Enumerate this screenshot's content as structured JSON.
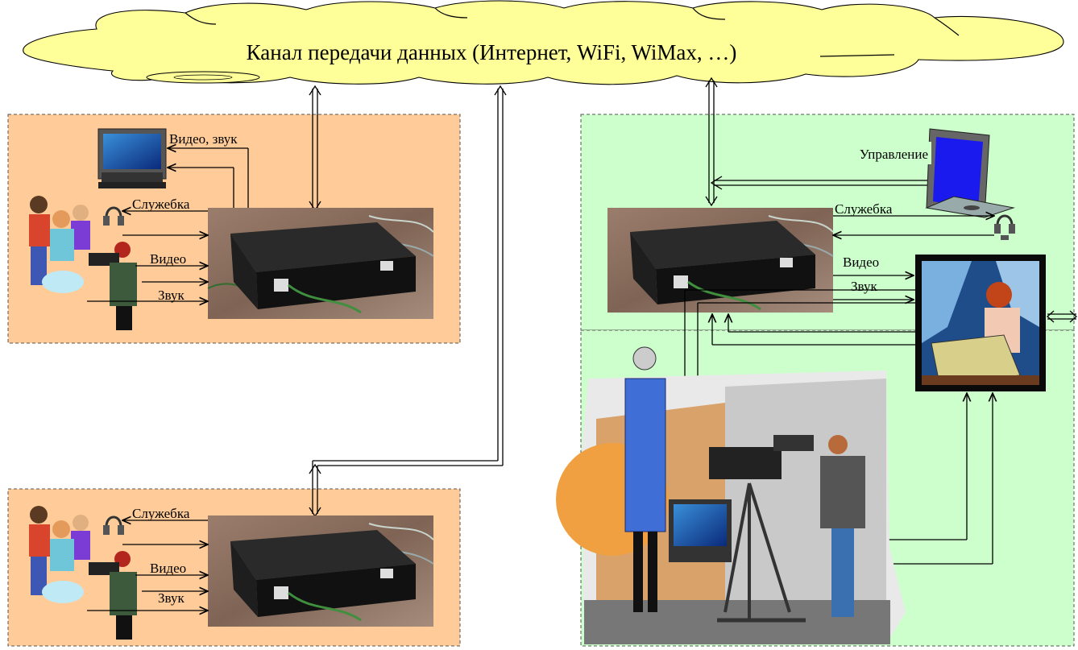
{
  "channel": {
    "title": "Канал передачи данных (Интернет, WiFi, WiMax, …)"
  },
  "remote_site_1": {
    "tv_label": "Видео, звук",
    "intercom_label": "Служебка",
    "video_label": "Видео",
    "audio_label": "Звук"
  },
  "remote_site_2": {
    "intercom_label": "Служебка",
    "video_label": "Видео",
    "audio_label": "Звук"
  },
  "studio": {
    "control_label": "Управление",
    "intercom_label": "Служебка",
    "video_label": "Видео",
    "audio_label": "Звук"
  },
  "colors": {
    "cloud_fill": "#ffff99",
    "remote_fill": "#ffcc99",
    "studio_fill": "#ccffcc",
    "device_body": "#1a1a1a",
    "photo_bg": "#8a6f60"
  }
}
